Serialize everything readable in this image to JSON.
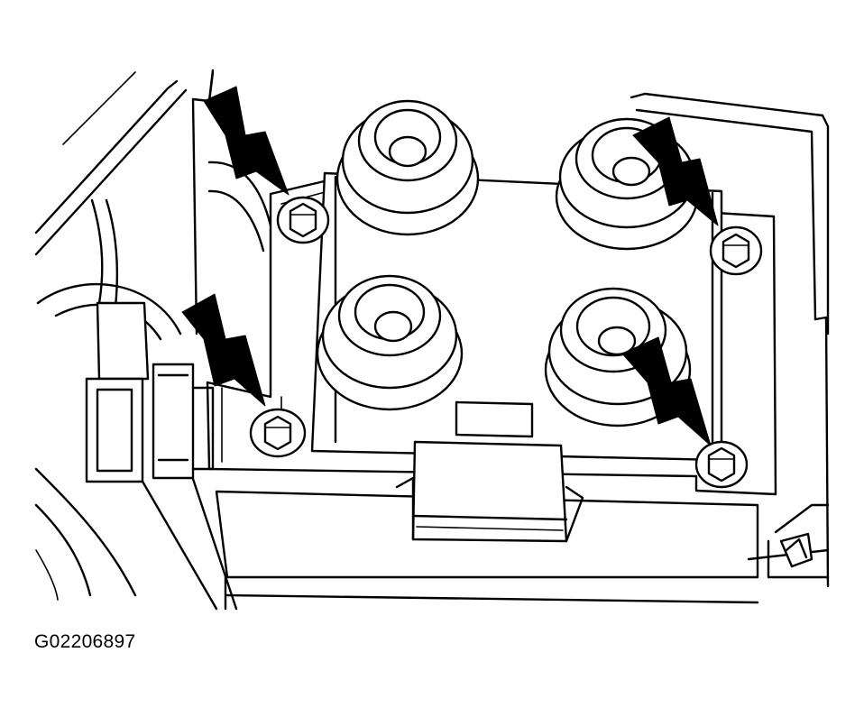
{
  "figure": {
    "id_label": "G02206897"
  },
  "components": {
    "coil_towers": 4,
    "mounting_bolts": 4,
    "indicator_arrows": 4
  },
  "colors": {
    "line": "#000000",
    "background": "#ffffff"
  }
}
